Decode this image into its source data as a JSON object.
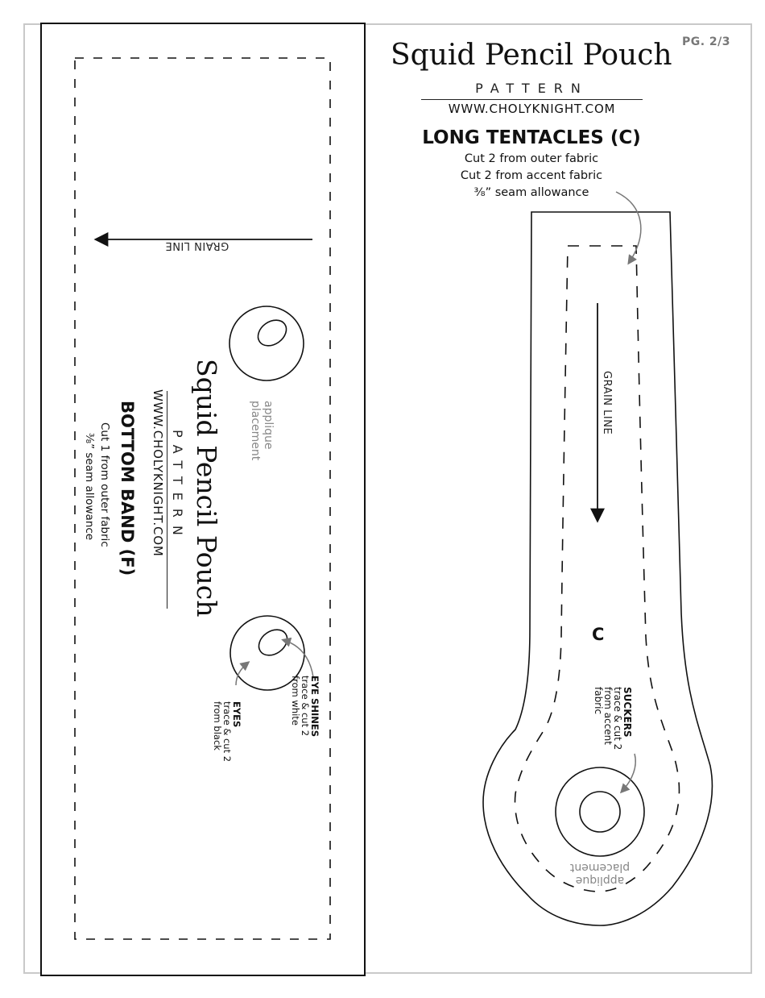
{
  "page_number": "PG. 2/3",
  "header": {
    "title": "Squid Pencil Pouch",
    "subtitle": "PATTERN",
    "website": "WWW.CHOLYKNIGHT.COM"
  },
  "piece_c": {
    "heading": "LONG TENTACLES (C)",
    "line1": "Cut 2 from outer fabric",
    "line2": "Cut 2 from accent fabric",
    "line3": "⅜” seam allowance",
    "letter": "C",
    "grain_label": "GRAIN LINE",
    "suckers_title": "SUCKERS",
    "suckers_line1": "trace & cut 2",
    "suckers_line2": "from accent",
    "suckers_line3": "fabric",
    "applique_line1": "applique",
    "applique_line2": "placement"
  },
  "piece_f": {
    "title": "Squid Pencil Pouch",
    "subtitle": "PATTERN",
    "website": "WWW.CHOLYKNIGHT.COM",
    "heading": "BOTTOM BAND (F)",
    "line1": "Cut 1 from outer fabric",
    "line2": "⅜” seam allowance",
    "grain_label": "GRAIN LINE",
    "applique_line1": "applique",
    "applique_line2": "placement",
    "eye_shines_title": "EYE SHINES",
    "eye_shines_line1": "trace & cut 2",
    "eye_shines_line2": "from white",
    "eyes_title": "EYES",
    "eyes_line1": "trace & cut 2",
    "eyes_line2": "from black"
  }
}
